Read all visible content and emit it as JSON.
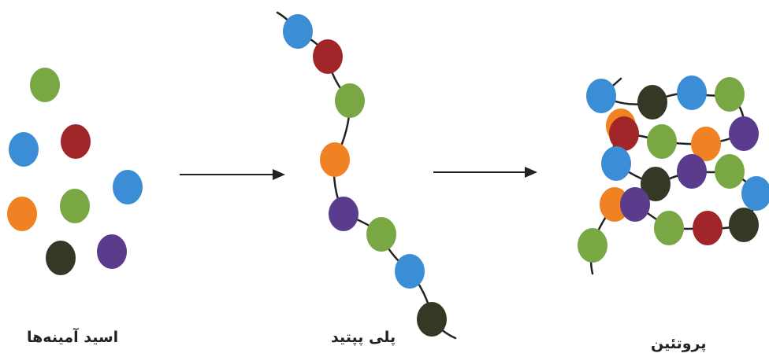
{
  "colors": {
    "blue": "#3b8ed6",
    "red": "#a1262a",
    "green": "#78a743",
    "orange": "#f08223",
    "purple": "#5b3c8c",
    "dark": "#363826",
    "line": "#222222"
  },
  "labels": {
    "amino_acids": "اسید آمینه‌ها",
    "polypeptide": "پلی پپتید",
    "protein": "پروتئین"
  },
  "stages": {
    "amino_acids": [
      "green",
      "red",
      "blue",
      "blue",
      "orange",
      "green",
      "purple",
      "dark"
    ],
    "polypeptide": [
      "blue",
      "red",
      "green",
      "orange",
      "purple",
      "green",
      "blue",
      "dark"
    ],
    "protein_rows": [
      [
        "blue",
        "dark",
        "blue",
        "green"
      ],
      [
        "orange",
        "red",
        "green",
        "orange",
        "purple"
      ],
      [
        "blue",
        "dark",
        "purple",
        "green",
        "blue"
      ],
      [
        "orange",
        "purple",
        "green",
        "red",
        "dark"
      ],
      [
        "green"
      ]
    ]
  }
}
